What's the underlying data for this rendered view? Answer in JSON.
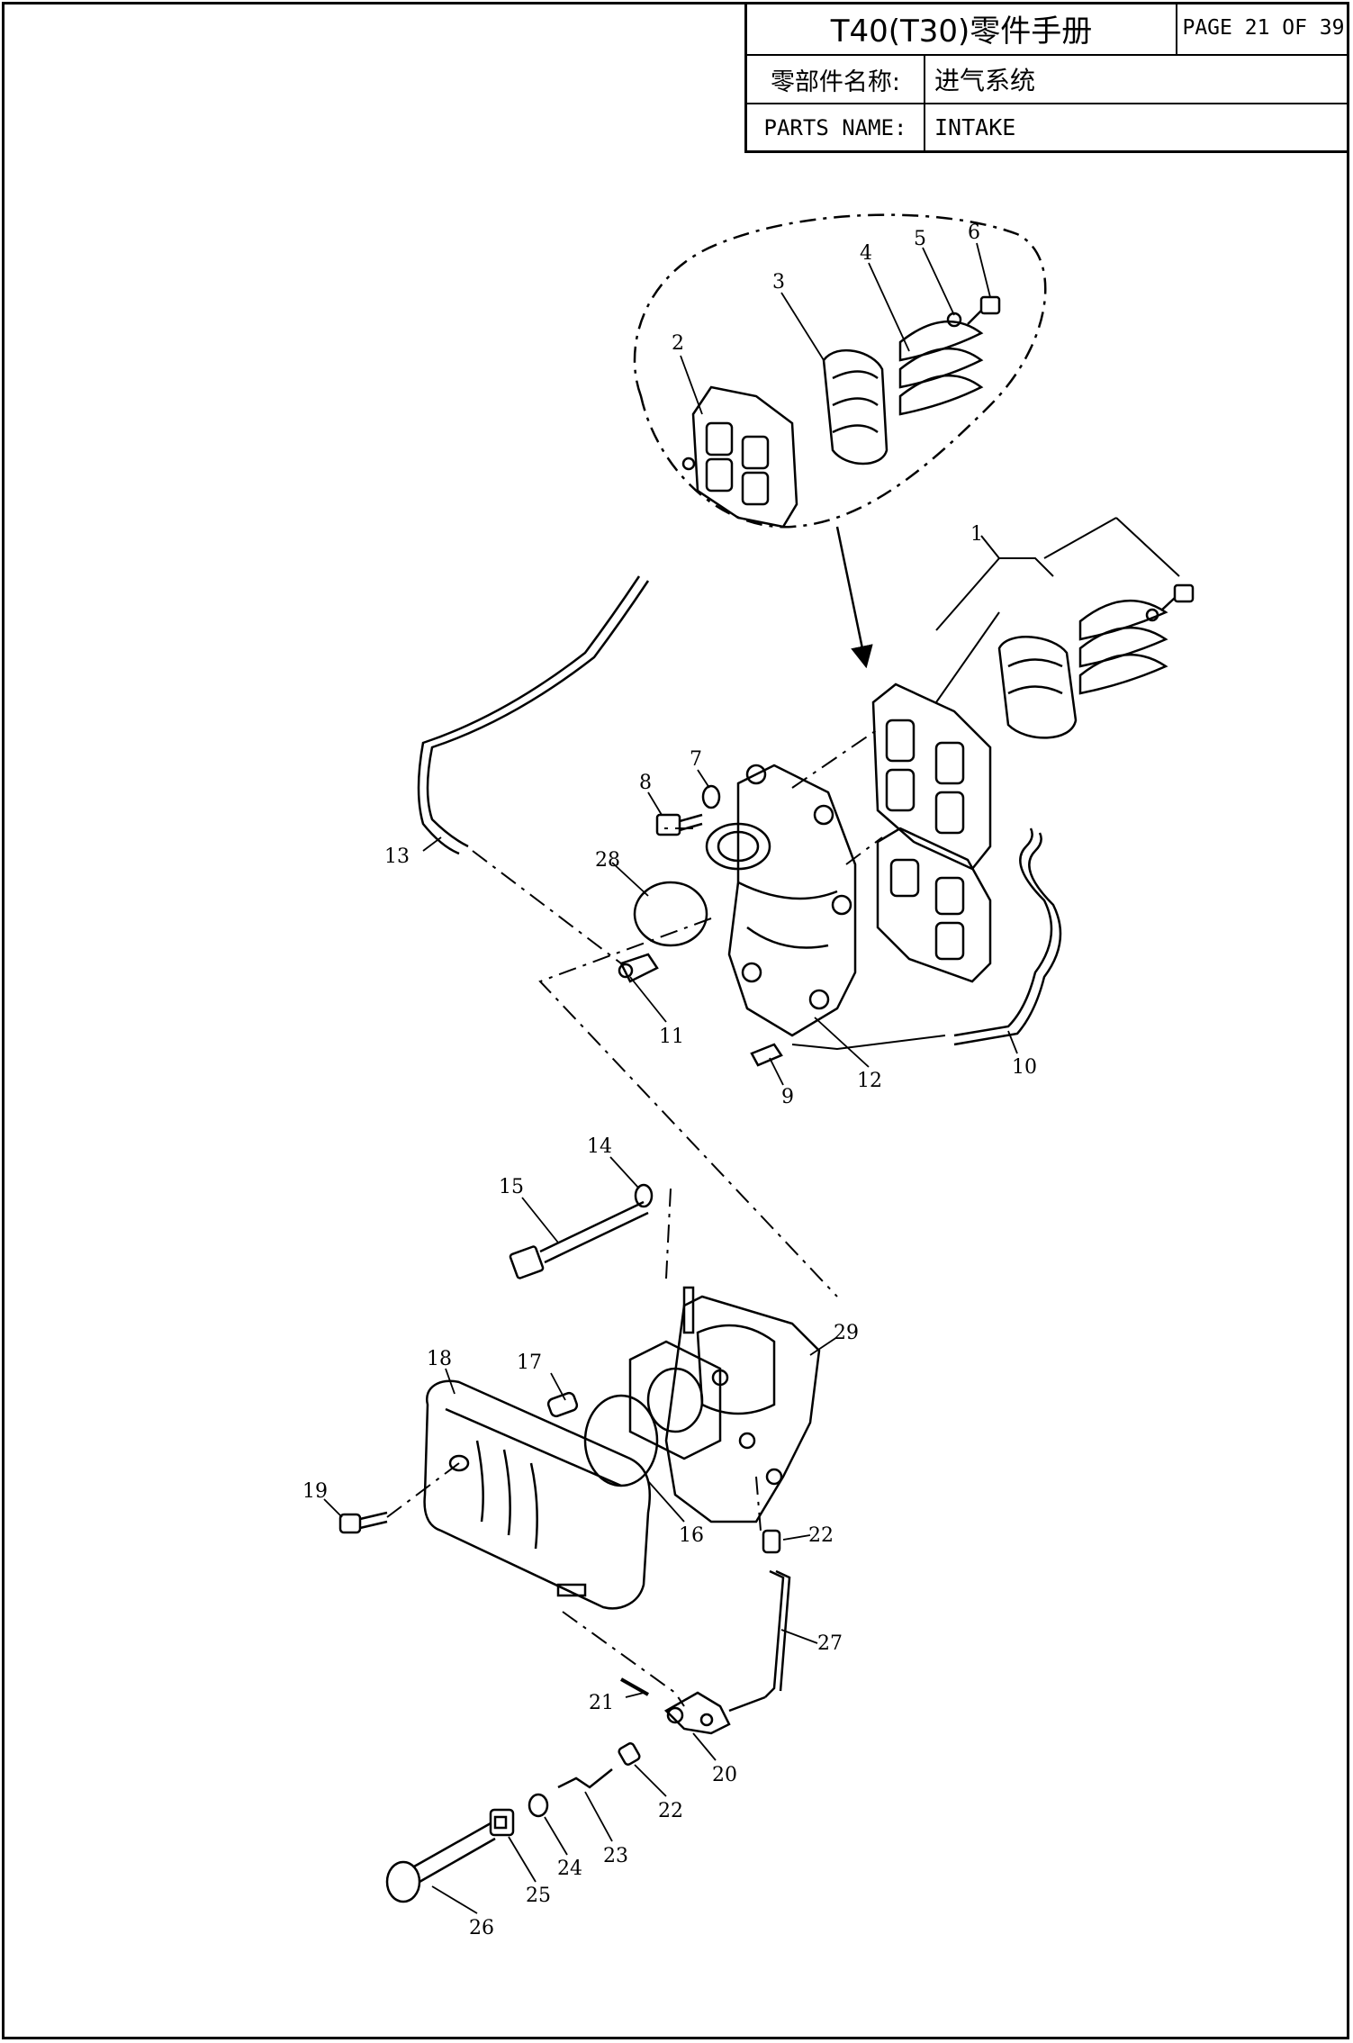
{
  "titleblock": {
    "title": "T40(T30)零件手册",
    "page": "PAGE 21 OF 39",
    "parts_name_label_cn": "零部件名称:",
    "parts_name_value_cn": "进气系统",
    "parts_name_label_en": "PARTS NAME:",
    "parts_name_value_en": "INTAKE"
  },
  "callouts": [
    "1",
    "2",
    "3",
    "4",
    "5",
    "6",
    "7",
    "8",
    "9",
    "10",
    "11",
    "12",
    "13",
    "14",
    "15",
    "16",
    "17",
    "18",
    "19",
    "20",
    "21",
    "22",
    "22",
    "23",
    "24",
    "25",
    "26",
    "27",
    "28",
    "29"
  ]
}
